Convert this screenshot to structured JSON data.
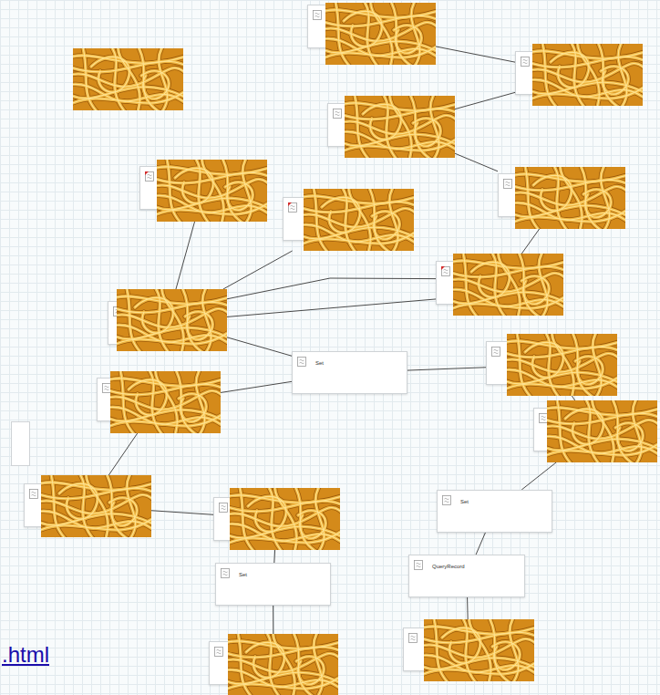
{
  "diagram": {
    "nodes": [
      {
        "text": []
      },
      {
        "text": []
      },
      {
        "text": []
      },
      {
        "text": []
      },
      {
        "text": []
      },
      {
        "text": []
      },
      {
        "text": []
      },
      {
        "text": []
      },
      {
        "text": []
      },
      {
        "text": [
          "Set"
        ]
      },
      {
        "text": []
      },
      {
        "text": []
      },
      {
        "text": []
      },
      {
        "text": []
      },
      {
        "text": [
          "Set"
        ]
      },
      {
        "text": [
          "QueryRecord"
        ]
      },
      {
        "text": [
          "Set"
        ]
      },
      {
        "text": []
      },
      {
        "text": []
      }
    ],
    "edges": [
      {
        "from": 0,
        "to": 1,
        "arrow": "none"
      },
      {
        "from": 1,
        "to": 2,
        "arrow": "none"
      },
      {
        "from": 2,
        "to": 4,
        "arrow": "none"
      },
      {
        "from": 4,
        "to": 6,
        "arrow": "none"
      },
      {
        "from": 3,
        "to": 7,
        "arrow": "none"
      },
      {
        "from": 7,
        "to": 5,
        "arrow": "none"
      },
      {
        "from": 7,
        "to": 6,
        "arrow": "none"
      },
      {
        "from": 7,
        "to": 6,
        "arrow": "none"
      },
      {
        "from": 7,
        "to": 9,
        "arrow": "none"
      },
      {
        "from": 9,
        "to": 8,
        "arrow": "none"
      },
      {
        "from": 10,
        "to": 9,
        "arrow": "none"
      },
      {
        "from": 10,
        "to": 12,
        "arrow": "none"
      },
      {
        "from": 12,
        "to": 13,
        "arrow": "none"
      },
      {
        "from": 13,
        "to": 16,
        "arrow": "none"
      },
      {
        "from": 16,
        "to": 18,
        "arrow": "none"
      },
      {
        "from": 8,
        "to": 11,
        "arrow": "none"
      },
      {
        "from": 11,
        "to": 14,
        "arrow": "none"
      },
      {
        "from": 14,
        "to": 15,
        "arrow": "none"
      },
      {
        "from": 15,
        "to": 17,
        "arrow": "none"
      }
    ],
    "labels": [
      ".html"
    ]
  }
}
